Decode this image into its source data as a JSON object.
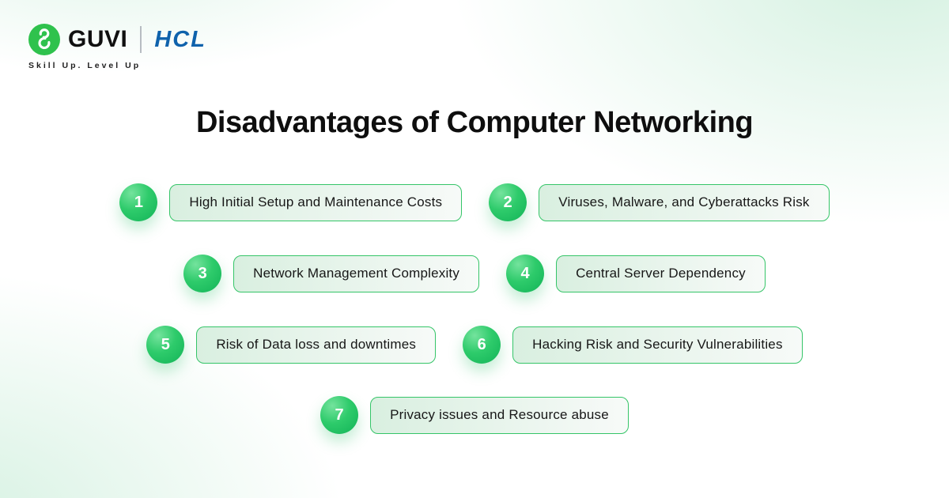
{
  "header": {
    "brand": {
      "icon": "guvi-g-icon",
      "guvi": "GUVI",
      "hcl": "HCL",
      "tagline": "Skill Up. Level Up"
    }
  },
  "title": "Disadvantages of Computer Networking",
  "items": [
    {
      "number": "1",
      "label": "High Initial Setup and Maintenance Costs"
    },
    {
      "number": "2",
      "label": "Viruses, Malware, and Cyberattacks Risk"
    },
    {
      "number": "3",
      "label": "Network Management Complexity"
    },
    {
      "number": "4",
      "label": "Central Server Dependency"
    },
    {
      "number": "5",
      "label": "Risk of Data loss and downtimes"
    },
    {
      "number": "6",
      "label": "Hacking Risk and Security Vulnerabilities"
    },
    {
      "number": "7",
      "label": "Privacy issues and Resource abuse"
    }
  ],
  "colors": {
    "accent_green": "#22c55e",
    "pill_border": "#35c568",
    "pill_bg_start": "#d9efe0",
    "pill_bg_end": "#f7faf8",
    "circle_green_dark": "#12b357",
    "circle_green_light": "#74e39d",
    "hcl_blue": "#0f62ac",
    "guvi_icon_green": "#2fc24d",
    "background_tint": "#d5f1e1",
    "text": "#151515"
  }
}
